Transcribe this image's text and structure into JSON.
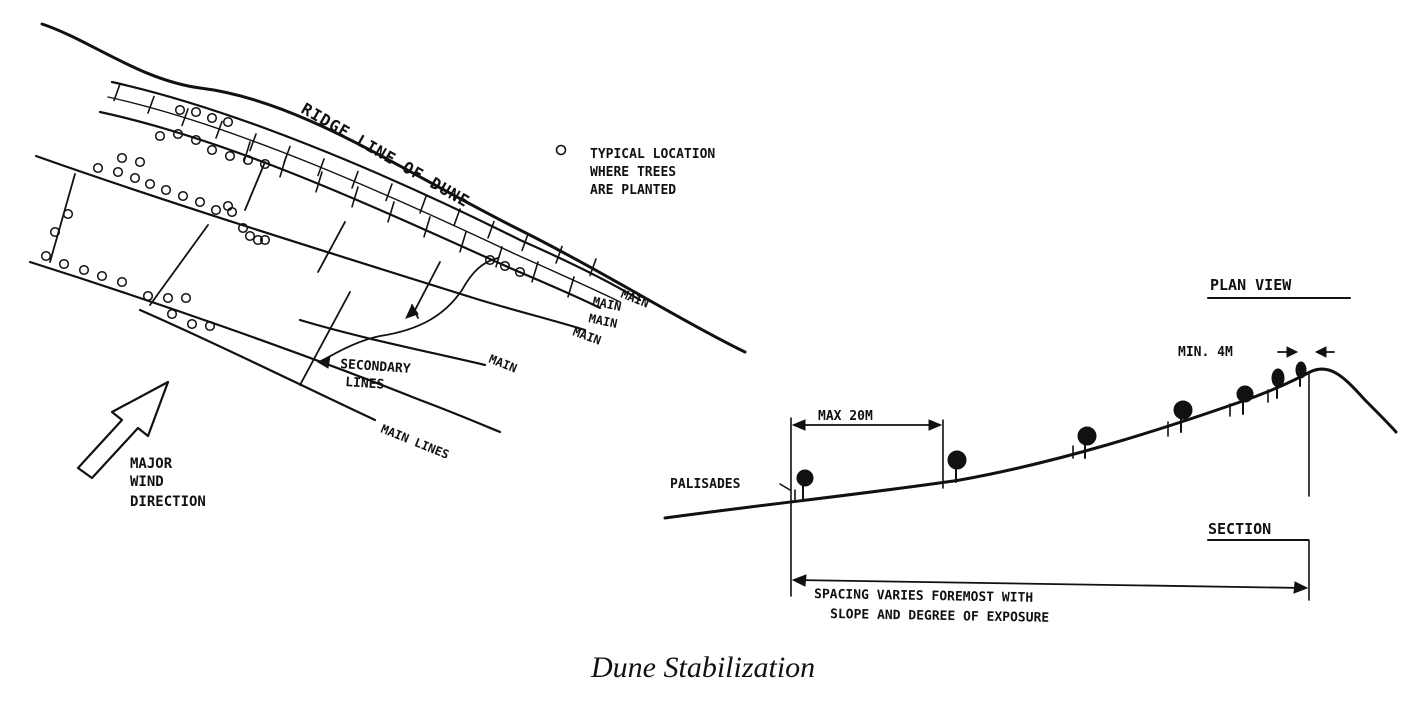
{
  "caption": "Dune Stabilization",
  "plan": {
    "ridge_label": "RIDGE LINE OF DUNE",
    "legend_text": [
      "TYPICAL LOCATION",
      "WHERE TREES",
      "ARE PLANTED"
    ],
    "main_labels": [
      "MAIN",
      "MAIN",
      "MAIN",
      "MAIN"
    ],
    "main_right": "MAIN",
    "main_lines": "MAIN LINES",
    "secondary": [
      "SECONDARY",
      "LINES"
    ],
    "wind": [
      "MAJOR",
      "WIND",
      "DIRECTION"
    ]
  },
  "section": {
    "plan_view": "PLAN VIEW",
    "section_title": "SECTION",
    "min_spacing": "MIN. 4M",
    "max_spacing": "MAX 20M",
    "palisades": "PALISADES",
    "spacing_note": [
      "SPACING VARIES FOREMOST WITH",
      "SLOPE AND DEGREE OF EXPOSURE"
    ]
  },
  "colors": {
    "ink": "#111111",
    "paper": "#ffffff"
  }
}
